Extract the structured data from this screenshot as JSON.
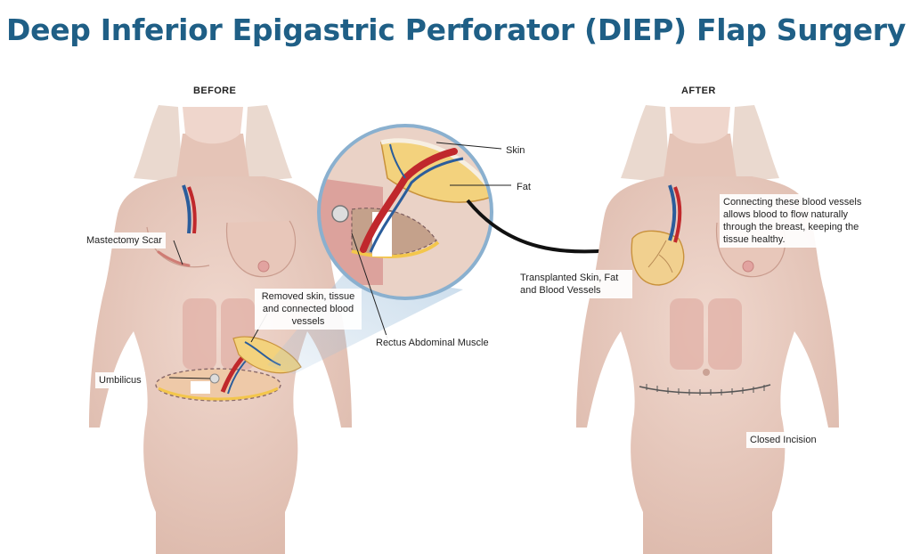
{
  "title": "Deep Inferior Epigastric Perforator (DIEP) Flap Surgery",
  "panels": {
    "before_label": "BEFORE",
    "after_label": "AFTER"
  },
  "callouts": {
    "skin": "Skin",
    "fat": "Fat",
    "mastectomy_scar": "Mastectomy Scar",
    "removed_tissue": "Removed skin, tissue and connected blood vessels",
    "rectus_muscle": "Rectus Abdominal Muscle",
    "umbilicus": "Umbilicus",
    "transplanted": "Transplanted Skin, Fat and Blood Vessels",
    "connecting_vessels": "Connecting these blood vessels allows blood to flow naturally through the breast, keeping the tissue healthy.",
    "closed_incision": "Closed Incision"
  },
  "colors": {
    "title": "#1f5f86",
    "skin_tone": "#ebcfc4",
    "skin_shadow": "#d8b3a6",
    "hair": "#ead9cf",
    "fat": "#f3d27d",
    "artery": "#c0282c",
    "vein": "#2b5d9b",
    "muscle": "#d99a94"
  }
}
